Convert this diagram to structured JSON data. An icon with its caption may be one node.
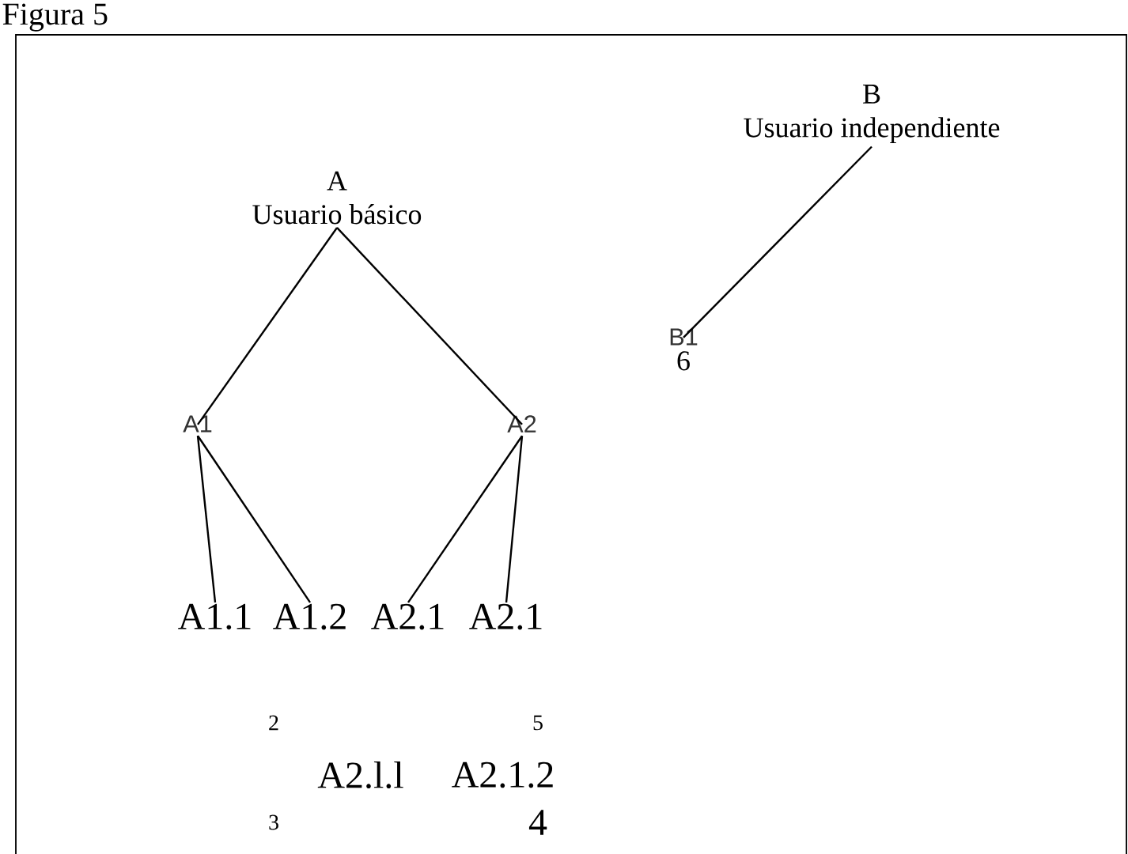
{
  "diagram": {
    "title": "Figura 5",
    "nodes": [
      {
        "text": [
          "A",
          "Usuario básico"
        ]
      },
      {
        "text": [
          "B",
          "Usuario independiente"
        ]
      },
      {
        "text": [
          "A1"
        ]
      },
      {
        "text": [
          "A2"
        ]
      },
      {
        "text": [
          "B1"
        ],
        "beside": [
          "6"
        ]
      },
      {
        "text": [
          "A1.1"
        ]
      },
      {
        "text": [
          "A1.2"
        ]
      },
      {
        "text": [
          "A2.1"
        ]
      },
      {
        "text": [
          "A2.1"
        ]
      }
    ],
    "edges": [
      {
        "from": 0,
        "to": 2,
        "arrow": "none"
      },
      {
        "from": 0,
        "to": 3,
        "arrow": "none"
      },
      {
        "from": 1,
        "to": 4,
        "arrow": "none"
      },
      {
        "from": 2,
        "to": 5,
        "arrow": "none"
      },
      {
        "from": 2,
        "to": 6,
        "arrow": "none"
      },
      {
        "from": 3,
        "to": 7,
        "arrow": "none"
      },
      {
        "from": 3,
        "to": 8,
        "arrow": "none"
      }
    ],
    "labels": [
      "2",
      "5",
      "A2.l.l",
      "A2.1.2",
      "3",
      "4"
    ]
  }
}
